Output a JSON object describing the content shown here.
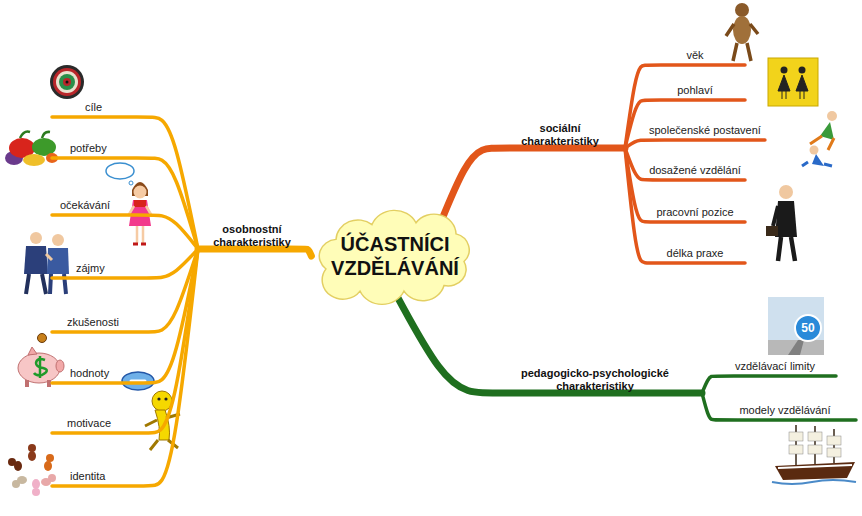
{
  "diagram": {
    "nodes": [
      {
        "text": [
          "ÚČASTNÍCI VZDĚLÁVÁNÍ"
        ]
      },
      {
        "text": [
          "sociální charakteristiky"
        ]
      },
      {
        "text": [
          "věk"
        ]
      },
      {
        "text": [
          "pohlaví"
        ]
      },
      {
        "text": [
          "společenské postavení"
        ]
      },
      {
        "text": [
          "dosažené vzdělání"
        ]
      },
      {
        "text": [
          "pracovní pozice"
        ]
      },
      {
        "text": [
          "délka praxe"
        ]
      },
      {
        "text": [
          "osobnostní charakteristiky"
        ]
      },
      {
        "text": [
          "cíle"
        ]
      },
      {
        "text": [
          "potřeby"
        ]
      },
      {
        "text": [
          "očekávání"
        ]
      },
      {
        "text": [
          "zájmy"
        ]
      },
      {
        "text": [
          "zkušenosti"
        ]
      },
      {
        "text": [
          "hodnoty"
        ]
      },
      {
        "text": [
          "motivace"
        ]
      },
      {
        "text": [
          "identita"
        ]
      },
      {
        "text": [
          "pedagogicko-psychologické charakteristiky"
        ]
      },
      {
        "text": [
          "vzdělávací limity"
        ]
      },
      {
        "text": [
          "modely vzdělávání"
        ]
      }
    ],
    "edges": [
      {
        "from": 0,
        "to": 1,
        "arrow": "none"
      },
      {
        "from": 1,
        "to": 2,
        "arrow": "none"
      },
      {
        "from": 1,
        "to": 3,
        "arrow": "none"
      },
      {
        "from": 1,
        "to": 4,
        "arrow": "none"
      },
      {
        "from": 1,
        "to": 5,
        "arrow": "none"
      },
      {
        "from": 1,
        "to": 6,
        "arrow": "none"
      },
      {
        "from": 1,
        "to": 7,
        "arrow": "none"
      },
      {
        "from": 0,
        "to": 8,
        "arrow": "none"
      },
      {
        "from": 8,
        "to": 9,
        "arrow": "none"
      },
      {
        "from": 8,
        "to": 10,
        "arrow": "none"
      },
      {
        "from": 8,
        "to": 11,
        "arrow": "none"
      },
      {
        "from": 8,
        "to": 12,
        "arrow": "none"
      },
      {
        "from": 8,
        "to": 13,
        "arrow": "none"
      },
      {
        "from": 8,
        "to": 14,
        "arrow": "none"
      },
      {
        "from": 8,
        "to": 15,
        "arrow": "none"
      },
      {
        "from": 8,
        "to": 16,
        "arrow": "none"
      },
      {
        "from": 0,
        "to": 17,
        "arrow": "none"
      },
      {
        "from": 17,
        "to": 18,
        "arrow": "none"
      },
      {
        "from": 17,
        "to": 19,
        "arrow": "none"
      }
    ],
    "labels": [
      "50"
    ]
  }
}
